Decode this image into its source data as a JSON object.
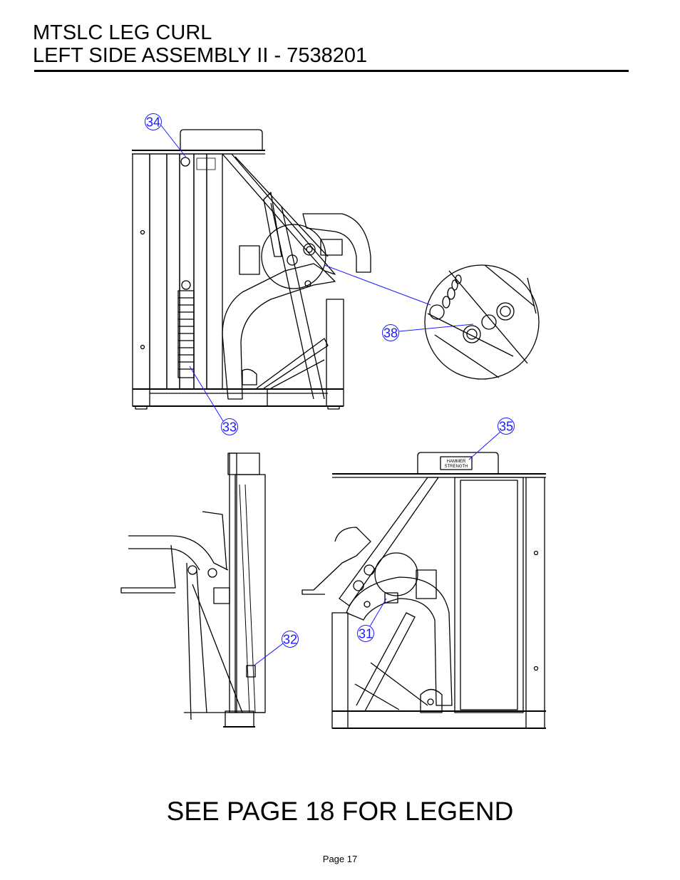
{
  "header": {
    "title_line1": "MTSLC LEG CURL",
    "title_line2": "LEFT SIDE ASSEMBLY II - 7538201"
  },
  "callouts": {
    "c34": "34",
    "c38": "38",
    "c33": "33",
    "c35": "35",
    "c32": "32",
    "c31": "31"
  },
  "labels": {
    "plate_top": "HAMMER STRENGTH",
    "plate_hammer": "HAMMER",
    "plate_strength": "STRENGTH"
  },
  "footer": {
    "legend_note": "SEE PAGE 18 FOR LEGEND",
    "page_number": "Page 17"
  },
  "colors": {
    "line": "#000000",
    "callout": "#1a1aff"
  }
}
